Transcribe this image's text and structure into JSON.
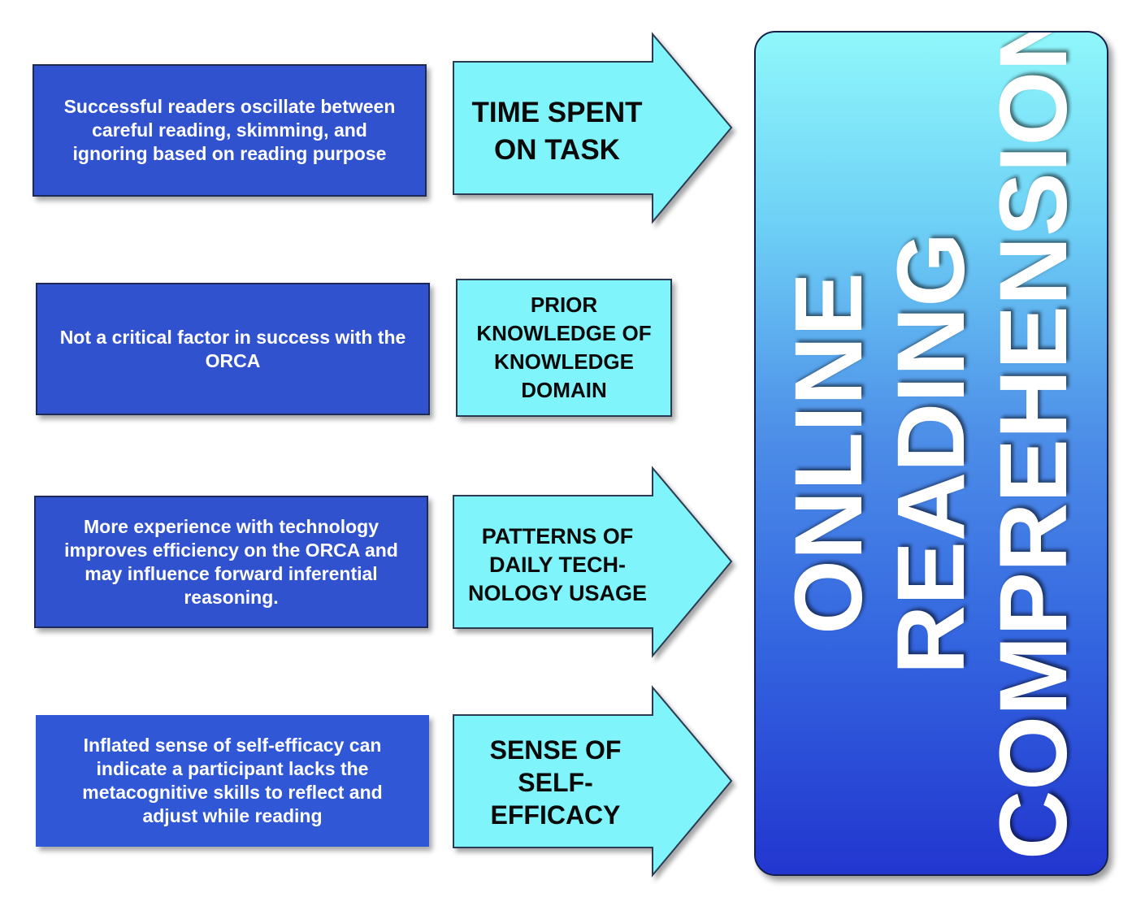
{
  "descriptions": [
    {
      "line1": "Successful readers oscillate between",
      "line2": "careful reading, skimming, and",
      "line3": "ignoring based on reading purpose",
      "line4": ""
    },
    {
      "line1": "Not a critical factor in success with the",
      "line2": "ORCA",
      "line3": "",
      "line4": ""
    },
    {
      "line1": "More experience with technology",
      "line2": "improves efficiency on the ORCA and",
      "line3": "may influence forward inferential",
      "line4": "reasoning."
    },
    {
      "line1": "Inflated sense of self-efficacy can",
      "line2": "indicate a participant lacks the",
      "line3": "metacognitive skills to reflect and",
      "line4": "adjust while reading"
    }
  ],
  "factors": [
    {
      "label": "TIME SPENT\nON TASK",
      "shape": "arrow"
    },
    {
      "label": "PRIOR\nKNOWLEDGE OF\nKNOWLEDGE\nDOMAIN",
      "shape": "rectangle"
    },
    {
      "label": "PATTERNS OF\nDAILY TECH-\nNOLOGY USAGE",
      "shape": "arrow"
    },
    {
      "label": "SENSE OF\nSELF-\nEFFICACY",
      "shape": "arrow"
    }
  ],
  "outcome": {
    "line1": "ONLINE READING",
    "line2": "COMPREHENSION"
  },
  "colors": {
    "description_fill": "#3152cf",
    "factor_fill": "#7ff4fb",
    "outcome_top": "#8ff7fb",
    "outcome_bottom": "#2236cf",
    "text_light": "#ffffff",
    "text_dark": "#0a0a0a"
  }
}
